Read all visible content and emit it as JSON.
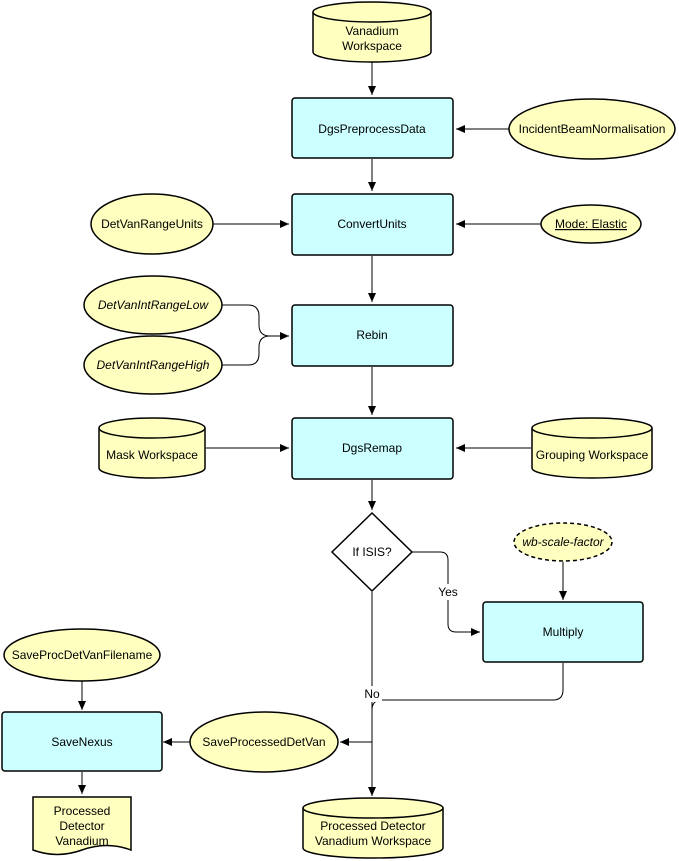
{
  "nodes": {
    "vanadium_ws": [
      "Vanadium",
      "Workspace"
    ],
    "dgs_preprocess": "DgsPreprocessData",
    "incident_beam": "IncidentBeamNormalisation",
    "detvan_range_units": "DetVanRangeUnits",
    "convert_units": "ConvertUnits",
    "mode_elastic": "Mode: Elastic",
    "int_range_low": "DetVanIntRangeLow",
    "int_range_high": "DetVanIntRangeHigh",
    "rebin": "Rebin",
    "mask_ws": "Mask Workspace",
    "dgs_remap": "DgsRemap",
    "grouping_ws": "Grouping Workspace",
    "if_isis": "If ISIS?",
    "wb_scale": "wb-scale-factor",
    "multiply": "Multiply",
    "save_proc_filename": "SaveProcDetVanFilename",
    "save_nexus": "SaveNexus",
    "save_processed_detvan": "SaveProcessedDetVan",
    "processed_det_van_doc": [
      "Processed",
      "Detector",
      "Vanadium"
    ],
    "processed_det_van_ws": [
      "Processed Detector",
      "Vanadium Workspace"
    ]
  },
  "edge_labels": {
    "yes": "Yes",
    "no": "No"
  },
  "colors": {
    "process_fill": "#ccffff",
    "data_fill": "#ffffc0",
    "stroke": "#000000"
  }
}
